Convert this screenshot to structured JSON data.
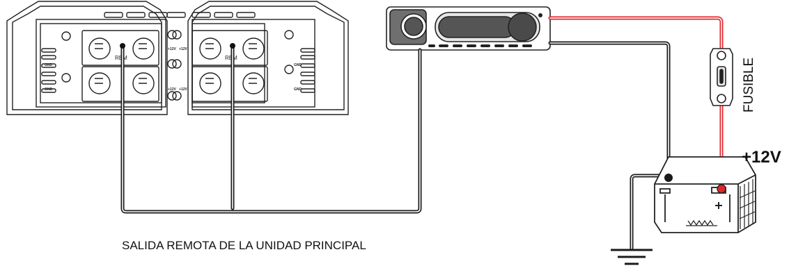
{
  "caption": "SALIDA REMOTA DE LA UNIDAD PRINCIPAL",
  "fuse_label": "FUSIBLE",
  "voltage_label": "+12V",
  "amp": {
    "gnd_label": "GND",
    "plus12_label": "+12V",
    "rem_label": "REM"
  },
  "colors": {
    "power_wire": "#e0262b",
    "remote_wire": "#1a1a1a",
    "outline": "#222222"
  }
}
